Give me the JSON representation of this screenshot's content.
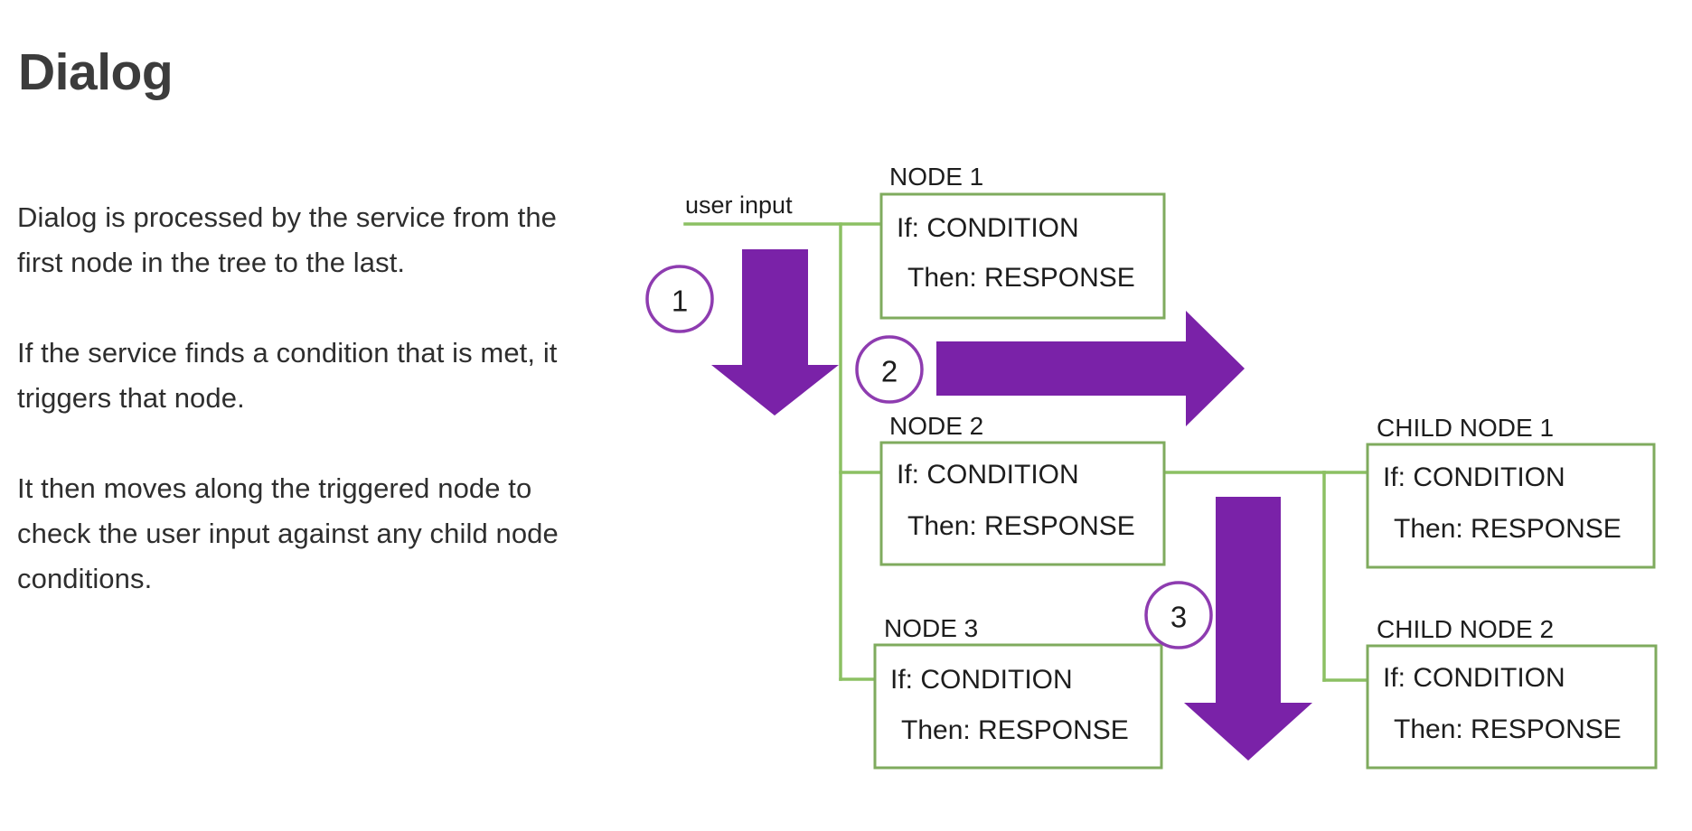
{
  "slide": {
    "title": "Dialog",
    "paragraphs": [
      "Dialog is processed by the service from the first node in the tree to the last.",
      "If the service finds a condition that is met, it triggers that node.",
      "It then moves along the triggered node to check the user input against any child node conditions."
    ]
  },
  "diagram": {
    "input_label": "user input",
    "steps": [
      {
        "number": "1",
        "icon": "down-arrow-icon"
      },
      {
        "number": "2",
        "icon": "right-arrow-icon"
      },
      {
        "number": "3",
        "icon": "down-arrow-icon"
      }
    ],
    "nodes": [
      {
        "title": "NODE 1",
        "if_line": "If: CONDITION",
        "then_line": "Then: RESPONSE"
      },
      {
        "title": "NODE 2",
        "if_line": "If: CONDITION",
        "then_line": "Then: RESPONSE"
      },
      {
        "title": "NODE 3",
        "if_line": "If: CONDITION",
        "then_line": "Then: RESPONSE"
      },
      {
        "title": "CHILD NODE 1",
        "if_line": "If: CONDITION",
        "then_line": "Then: RESPONSE"
      },
      {
        "title": "CHILD NODE 2",
        "if_line": "If: CONDITION",
        "then_line": "Then: RESPONSE"
      }
    ],
    "colors": {
      "node_border": "#7fab5e",
      "connector": "#8cc063",
      "arrow_purple": "#7a22a8",
      "circle_purple": "#8e3cb0",
      "text": "#1d1d1d",
      "title_text": "#3c3c3c",
      "background": "#ffffff"
    }
  }
}
